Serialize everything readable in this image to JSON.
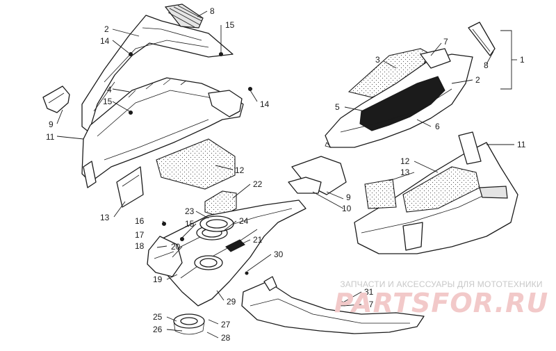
{
  "callouts": [
    "1",
    "2",
    "3",
    "4",
    "6",
    "7",
    "8",
    "9",
    "10",
    "11",
    "12",
    "13",
    "14",
    "15",
    "16",
    "17",
    "18",
    "19",
    "20",
    "21",
    "22",
    "23",
    "24",
    "25",
    "26",
    "27",
    "28",
    "29",
    "30",
    "31"
  ],
  "watermark": {
    "subtitle": "ЗАПЧАСТИ И АКСЕССУАРЫ ДЛЯ МОТОТЕХНИКИ",
    "logo": "PARTSFOR.RU"
  },
  "colors": {
    "line": "#1a1a1a",
    "watermark_text": "#c8c8c8",
    "watermark_logo": "#f2c9c9"
  }
}
